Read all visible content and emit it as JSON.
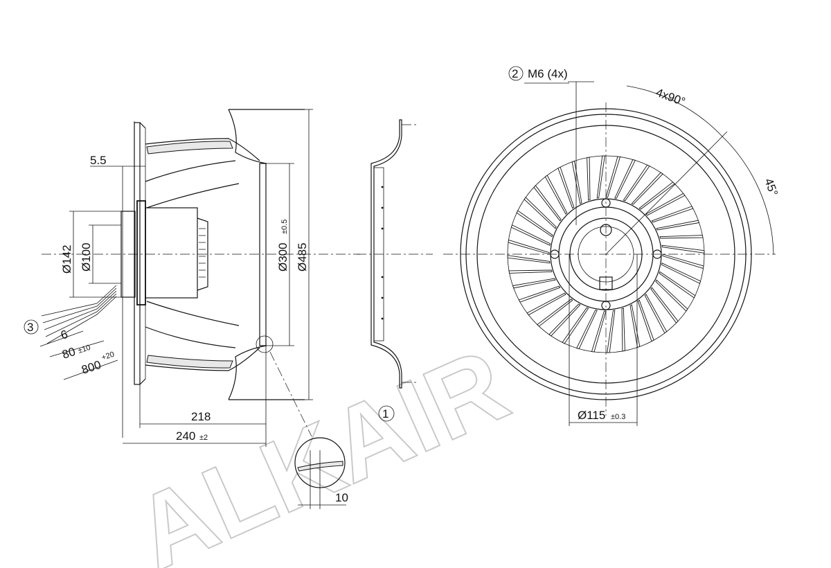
{
  "watermark": "ALKAIR",
  "callouts": {
    "c1": "1",
    "c2": "2",
    "c3": "3"
  },
  "dimensions": {
    "d_5_5": "5.5",
    "d_142": "Ø142",
    "d_100": "Ø100",
    "d_300": "Ø300",
    "d_300_tol": "±0.5",
    "d_485": "Ø485",
    "d_6": "6",
    "d_80": "80",
    "d_80_tol": "±10",
    "d_800": "800",
    "d_800_tol": "+20",
    "d_218": "218",
    "d_240": "240",
    "d_240_tol": "±2",
    "d_10": "10",
    "d_m6": "M6 (4x)",
    "d_4x90": "4x90°",
    "d_45": "45°",
    "d_115": "Ø115",
    "d_115_tol": "±0.3"
  }
}
